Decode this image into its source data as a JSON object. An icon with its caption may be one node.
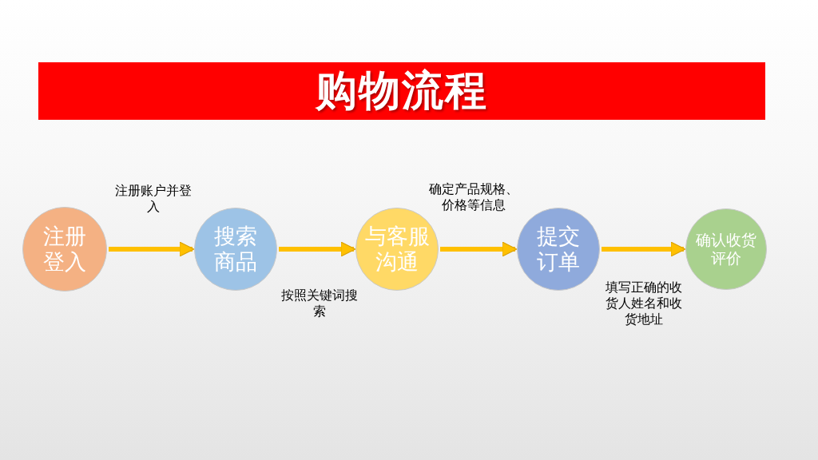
{
  "diagram": {
    "title": "购物流程",
    "nodes": [
      {
        "text": [
          "注册登入"
        ]
      },
      {
        "text": [
          "搜索商品"
        ]
      },
      {
        "text": [
          "与客服沟通"
        ]
      },
      {
        "text": [
          "提交订单"
        ]
      },
      {
        "text": [
          "确认收货评价"
        ]
      }
    ],
    "edges": [
      {
        "from": 0,
        "to": 1,
        "arrow": "to",
        "label": "注册账户并登入"
      },
      {
        "from": 1,
        "to": 2,
        "arrow": "to",
        "label": "按照关键词搜索"
      },
      {
        "from": 2,
        "to": 3,
        "arrow": "to",
        "label": "确定产品规格、价格等信息"
      },
      {
        "from": 3,
        "to": 4,
        "arrow": "to",
        "label": "填写正确的收货人姓名和收货地址"
      }
    ]
  }
}
